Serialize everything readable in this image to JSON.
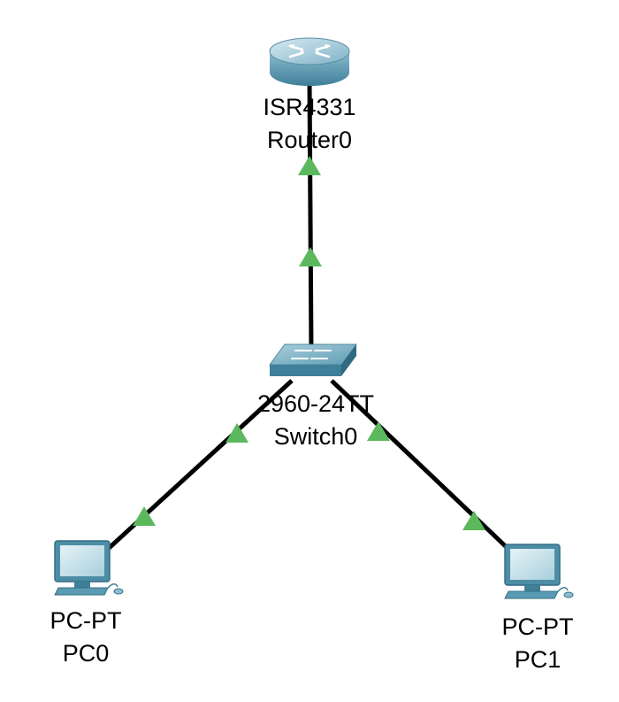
{
  "devices": {
    "router": {
      "model": "ISR4331",
      "name": "Router0",
      "icon": "router-icon"
    },
    "switch": {
      "model": "2960-24TT",
      "name": "Switch0",
      "icon": "switch-icon"
    },
    "pc0": {
      "model": "PC-PT",
      "name": "PC0",
      "icon": "pc-icon"
    },
    "pc1": {
      "model": "PC-PT",
      "name": "PC1",
      "icon": "pc-icon"
    }
  },
  "links": [
    {
      "from": "Router0",
      "to": "Switch0",
      "status": "up"
    },
    {
      "from": "Switch0",
      "to": "PC0",
      "status": "up"
    },
    {
      "from": "Switch0",
      "to": "PC1",
      "status": "up"
    }
  ],
  "colors": {
    "link": "#000000",
    "link_up_indicator": "#5cb85c",
    "device_blue": "#5a9bb3"
  }
}
